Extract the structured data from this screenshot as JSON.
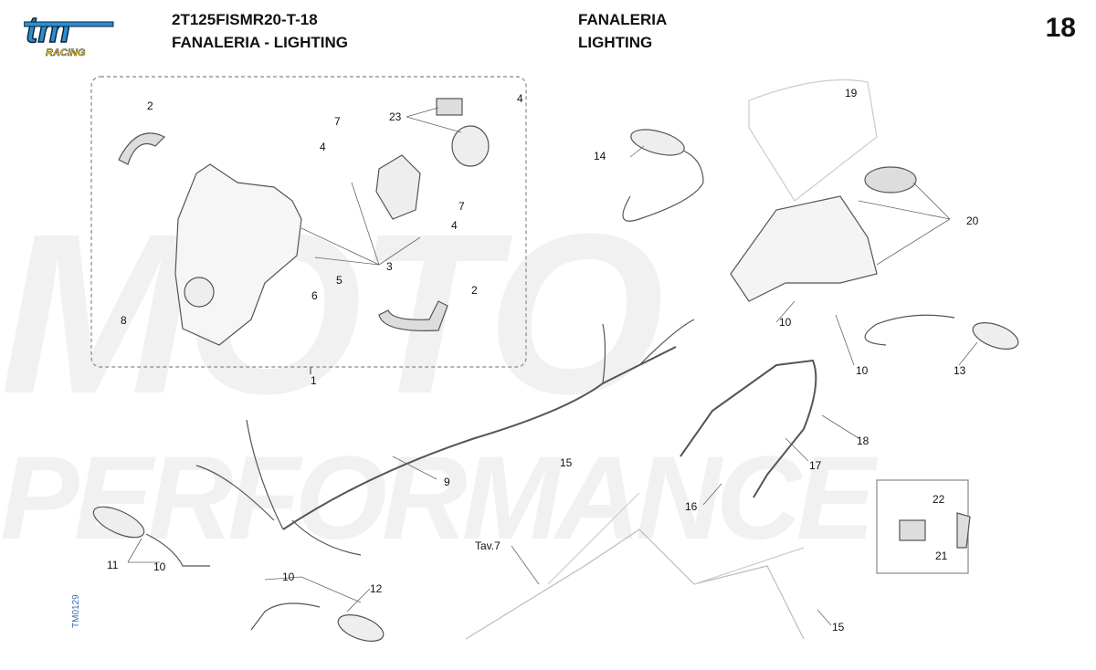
{
  "header": {
    "code": "2T125FISMR20-T-18",
    "title_left": "FANALERIA - LIGHTING",
    "title_right_1": "FANALERIA",
    "title_right_2": "LIGHTING",
    "page_number": "18"
  },
  "logo": {
    "text": "tm",
    "subtext": "RACING",
    "colors": {
      "blue": "#2a8fd0",
      "yellow": "#f2d21b"
    }
  },
  "watermark": {
    "line1": "MOTO",
    "line2": "PERFORMANCE"
  },
  "drawing_code": "TM0129",
  "callouts": [
    {
      "id": "c2a",
      "text": "2"
    },
    {
      "id": "c4a",
      "text": "4"
    },
    {
      "id": "c23",
      "text": "23"
    },
    {
      "id": "c19",
      "text": "19"
    },
    {
      "id": "c7a",
      "text": "7"
    },
    {
      "id": "c4b",
      "text": "4"
    },
    {
      "id": "c14",
      "text": "14"
    },
    {
      "id": "c20",
      "text": "20"
    },
    {
      "id": "c7b",
      "text": "7"
    },
    {
      "id": "c4c",
      "text": "4"
    },
    {
      "id": "c3",
      "text": "3"
    },
    {
      "id": "c5",
      "text": "5"
    },
    {
      "id": "c6",
      "text": "6"
    },
    {
      "id": "c2b",
      "text": "2"
    },
    {
      "id": "c8",
      "text": "8"
    },
    {
      "id": "c1",
      "text": "1"
    },
    {
      "id": "c10a",
      "text": "10"
    },
    {
      "id": "c10b",
      "text": "10"
    },
    {
      "id": "c13",
      "text": "13"
    },
    {
      "id": "c9",
      "text": "9"
    },
    {
      "id": "c18",
      "text": "18"
    },
    {
      "id": "c17",
      "text": "17"
    },
    {
      "id": "c15a",
      "text": "15"
    },
    {
      "id": "c16",
      "text": "16"
    },
    {
      "id": "c22",
      "text": "22"
    },
    {
      "id": "c21",
      "text": "21"
    },
    {
      "id": "c11",
      "text": "11"
    },
    {
      "id": "c10c",
      "text": "10"
    },
    {
      "id": "c10d",
      "text": "10"
    },
    {
      "id": "c12",
      "text": "12"
    },
    {
      "id": "tav",
      "text": "Tav.7"
    },
    {
      "id": "c15b",
      "text": "15"
    }
  ]
}
